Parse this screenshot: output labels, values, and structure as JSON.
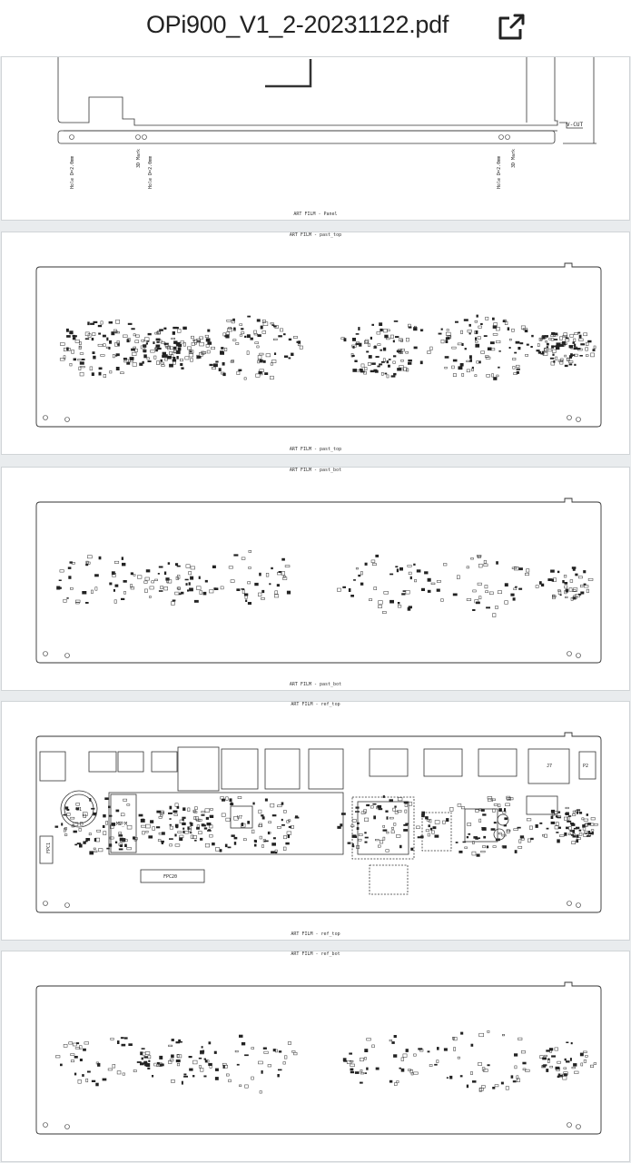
{
  "header": {
    "title": "OPi900_V1_2-20231122.pdf",
    "share_icon": "external-link-icon"
  },
  "pages": [
    {
      "label_bottom": "ART FILM - Panel",
      "annotations": {
        "vcut": "V-CUT",
        "hole": "Hole D=2.0mm",
        "mark": "3D Mark"
      }
    },
    {
      "label_top": "ART FILM - past_top",
      "label_bottom": "ART FILM - past_top"
    },
    {
      "label_top": "ART FILM - past_bot",
      "label_bottom": "ART FILM - past_bot"
    },
    {
      "label_top": "ART FILM - ref_top",
      "label_bottom": "ART FILM - ref_top",
      "refs": {
        "fpc": "FPC1",
        "u1": "U1",
        "u7": "U7",
        "fpc2": "FPC20",
        "m2": "M2_M",
        "j7": "J7",
        "p2": "P2"
      }
    },
    {
      "label_top": "ART FILM - ref_bot"
    }
  ]
}
